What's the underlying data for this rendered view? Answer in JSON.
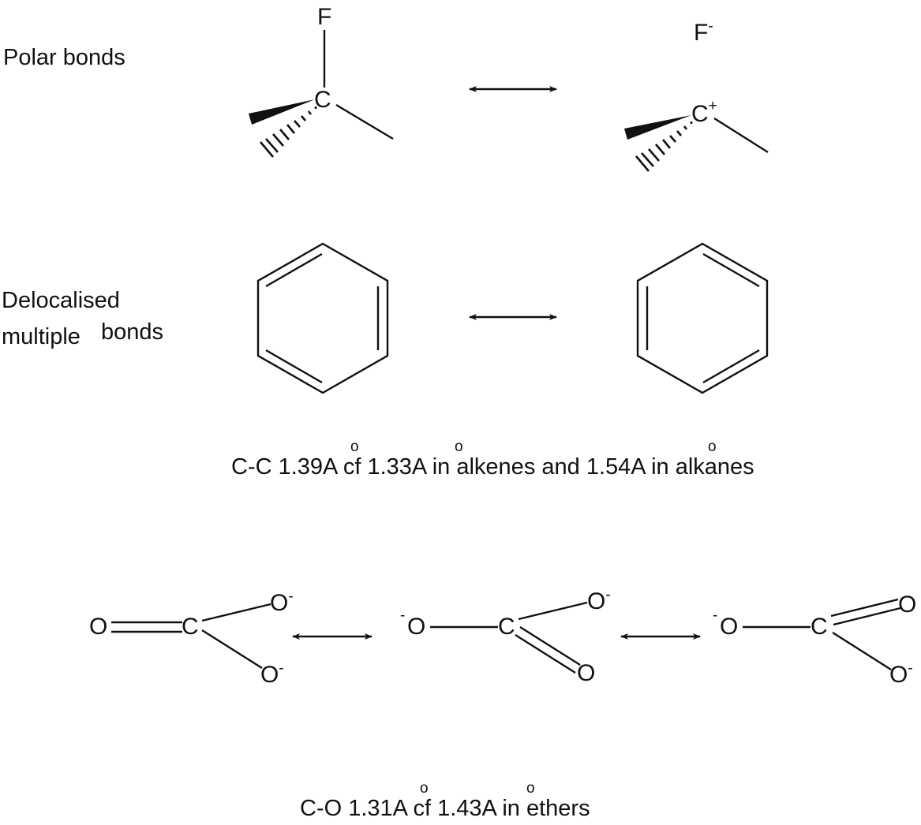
{
  "labels": {
    "polar_bonds": "Polar bonds",
    "delocalised_line1": "Delocalised",
    "delocalised_line2a": "multiple",
    "delocalised_line2b": "bonds"
  },
  "atoms": {
    "fluorine": "F",
    "carbon": "C",
    "oxygen": "O"
  },
  "charges": {
    "minus": "-",
    "plus": "+"
  },
  "captions": {
    "cc": {
      "prefix": "C-C  1.39",
      "mid1": " cf 1.33",
      "mid2": " in alkenes and 1.54",
      "suffix": " in alkanes"
    },
    "co": {
      "prefix": "C-O  1.31",
      "mid1": " cf 1.43",
      "suffix": " in ethers"
    }
  },
  "angstrom": {
    "letter": "A",
    "ring": "o"
  },
  "resonance_arrow_icon": "double-headed-arrow"
}
